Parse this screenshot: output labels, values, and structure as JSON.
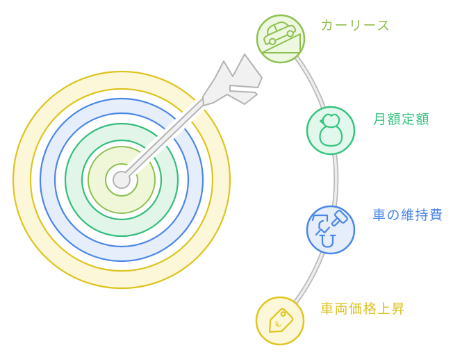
{
  "diagram": {
    "type": "target-infographic",
    "target": {
      "rings": [
        {
          "name": "outer-yellow",
          "edge_color": "#ddc41f",
          "fill_color": "#fdf7d9"
        },
        {
          "name": "blue",
          "edge_color": "#4a86e8",
          "fill_color": "#e7eefb"
        },
        {
          "name": "green",
          "edge_color": "#35bd7c",
          "fill_color": "#e1f6e9"
        },
        {
          "name": "inner-yellow-green",
          "edge_color": "#8cc152",
          "fill_color": "#f0f7d8"
        }
      ],
      "bullseye_color": "#f0f0f0",
      "arrow_color": "#f1f1f1",
      "arrow_edge_color": "#b3b3b3"
    },
    "connector": {
      "edge_color": "#b8b8b8",
      "fill_color": "#ededed"
    },
    "nodes": [
      {
        "label": "カーリース",
        "icon": "car-on-ramp-icon",
        "color": "#8cc152",
        "fill": "#eef7df",
        "text_color": "#8fbf4d"
      },
      {
        "label": "月額定額",
        "icon": "money-bag-icon",
        "color": "#35c47e",
        "fill": "#e3f8ed",
        "text_color": "#35c47e"
      },
      {
        "label": "車の維持費",
        "icon": "repair-tools-icon",
        "color": "#4a86e8",
        "fill": "#e6eefb",
        "text_color": "#4a86e8"
      },
      {
        "label": "車両価格上昇",
        "icon": "price-tag-icon",
        "color": "#e0c41f",
        "fill": "#fbf7d8",
        "text_color": "#dcc01f"
      }
    ]
  }
}
